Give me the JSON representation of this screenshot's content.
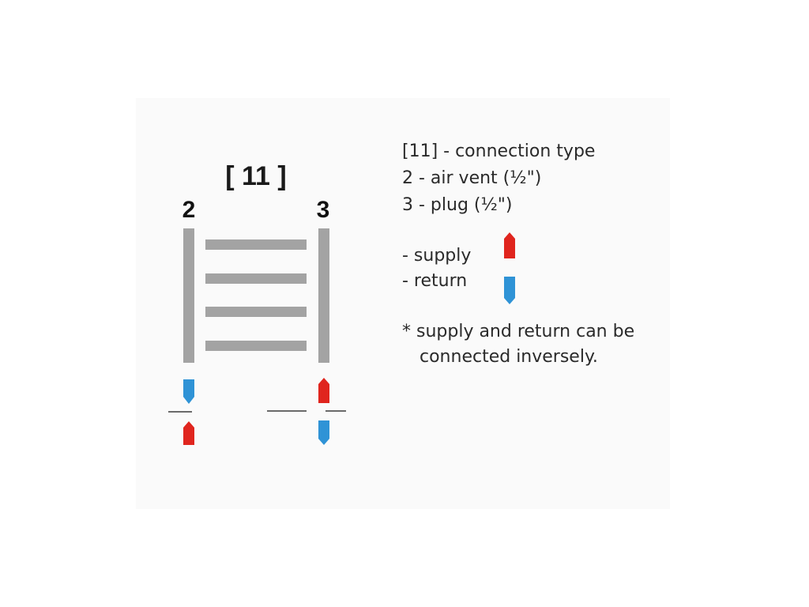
{
  "diagram": {
    "title": "[ 11 ]",
    "left_label": "2",
    "right_label": "3",
    "colors": {
      "supply": "#e0251e",
      "return": "#2f93d6",
      "frame": "#a3a3a3",
      "connector_line": "#3a3a3a"
    },
    "left_connectors": [
      "return",
      "supply"
    ],
    "right_connectors": [
      "supply",
      "return"
    ]
  },
  "legend": {
    "connection_type": "[11] - connection type",
    "air_vent": "2 - air vent (½\")",
    "plug": "3 - plug (½\")",
    "supply_label": "- supply",
    "return_label": "- return",
    "supply_icon": "red-arrow-up-icon",
    "return_icon": "blue-arrow-down-icon",
    "note_line1": "* supply and return can be",
    "note_line2": "connected inversely."
  }
}
